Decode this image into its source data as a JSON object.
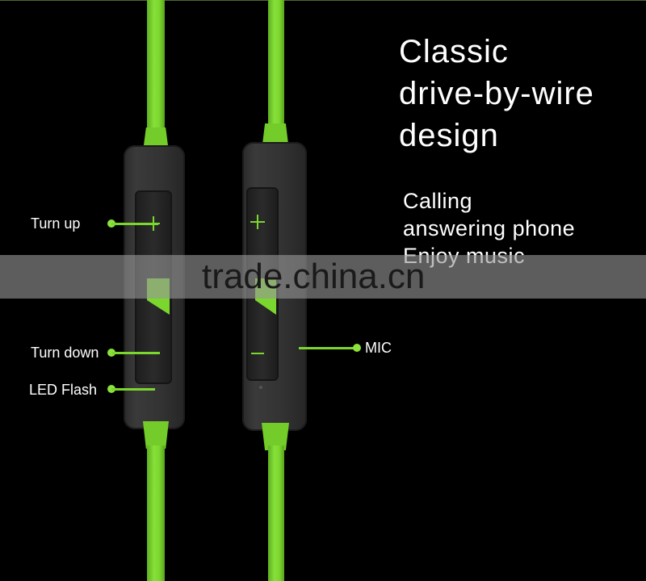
{
  "headline": {
    "line1": "Classic",
    "line2": "drive-by-wire",
    "line3": "design"
  },
  "features": {
    "line1": "Calling",
    "line2": "answering phone",
    "line3": "Enjoy music"
  },
  "callouts": {
    "turn_up": "Turn up",
    "turn_down": "Turn down",
    "led_flash": "LED Flash",
    "mic": "MIC"
  },
  "remote_left": {
    "plus_symbol": "+",
    "minus_symbol": ""
  },
  "remote_right": {
    "plus_symbol": "+",
    "minus_symbol": "−"
  },
  "watermark": "trade.china.cn",
  "colors": {
    "background": "#000000",
    "cable_green": "#7bd62e",
    "remote_body": "#333333",
    "text": "#ffffff"
  }
}
